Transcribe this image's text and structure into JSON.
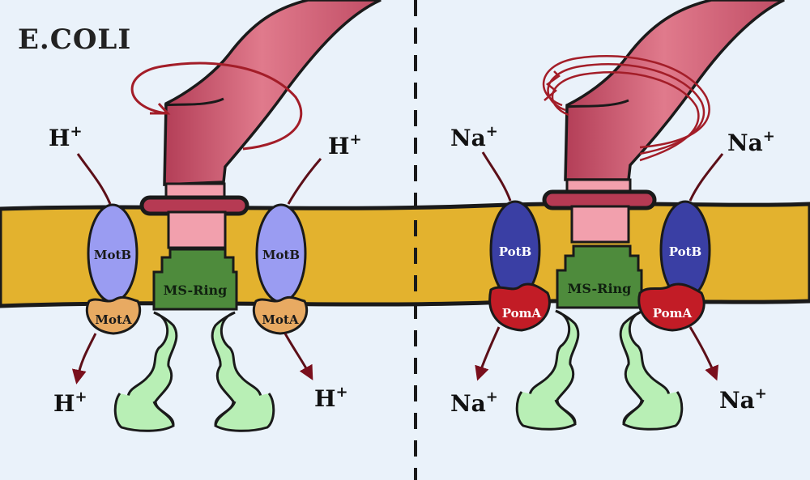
{
  "title": "E.COLI",
  "left": {
    "ion": "H",
    "ion_charge": "+",
    "stator_top": "MotB",
    "stator_bottom": "MotA",
    "ring": "MS-Ring"
  },
  "right": {
    "ion": "Na",
    "ion_charge": "+",
    "stator_top": "PotB",
    "stator_bottom": "PomA",
    "ring": "MS-Ring"
  },
  "colors": {
    "background": "#eaf2fa",
    "membrane": "#e3b22e",
    "flagellum": "#cf5a70",
    "hook": "#f2a0ad",
    "ms_ring": "#4e8b3c",
    "c_ring": "#b8efb5",
    "motB": "#9a9cf2",
    "motA": "#e8aa62",
    "potB": "#3a3fa4",
    "pomA": "#c21c26",
    "arrow": "#7a0f1c"
  }
}
